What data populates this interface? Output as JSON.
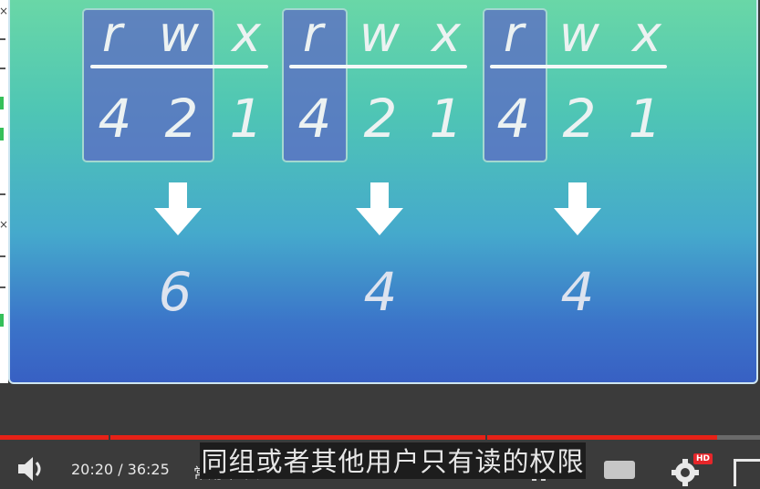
{
  "slide": {
    "groups": [
      {
        "letters": [
          "r",
          "w",
          "x"
        ],
        "digits": [
          "4",
          "2",
          "1"
        ],
        "highlighted": 2,
        "result": "6"
      },
      {
        "letters": [
          "r",
          "w",
          "x"
        ],
        "digits": [
          "4",
          "2",
          "1"
        ],
        "highlighted": 1,
        "result": "4"
      },
      {
        "letters": [
          "r",
          "w",
          "x"
        ],
        "digits": [
          "4",
          "2",
          "1"
        ],
        "highlighted": 1,
        "result": "4"
      }
    ],
    "arrow_icon": "arrow-down-icon"
  },
  "player": {
    "subtitle": "同组或者其他用户只有读的权限",
    "time": "20:20 / 36:25",
    "chapter": "常用命令 〉",
    "progress_segments_fraction": [
      0.143,
      0.497,
      0.305
    ],
    "played_color": "#e62117",
    "hd_badge": "HD",
    "icons": [
      "volume-icon",
      "pause-icon",
      "subtitles-icon",
      "settings-gear-icon",
      "fullscreen-icon"
    ]
  },
  "colors": {
    "slide_top": "#6bd8a6",
    "slide_bottom": "#3860c3",
    "highlight": "#5c68c4",
    "player_bg": "#3b3b3b"
  }
}
